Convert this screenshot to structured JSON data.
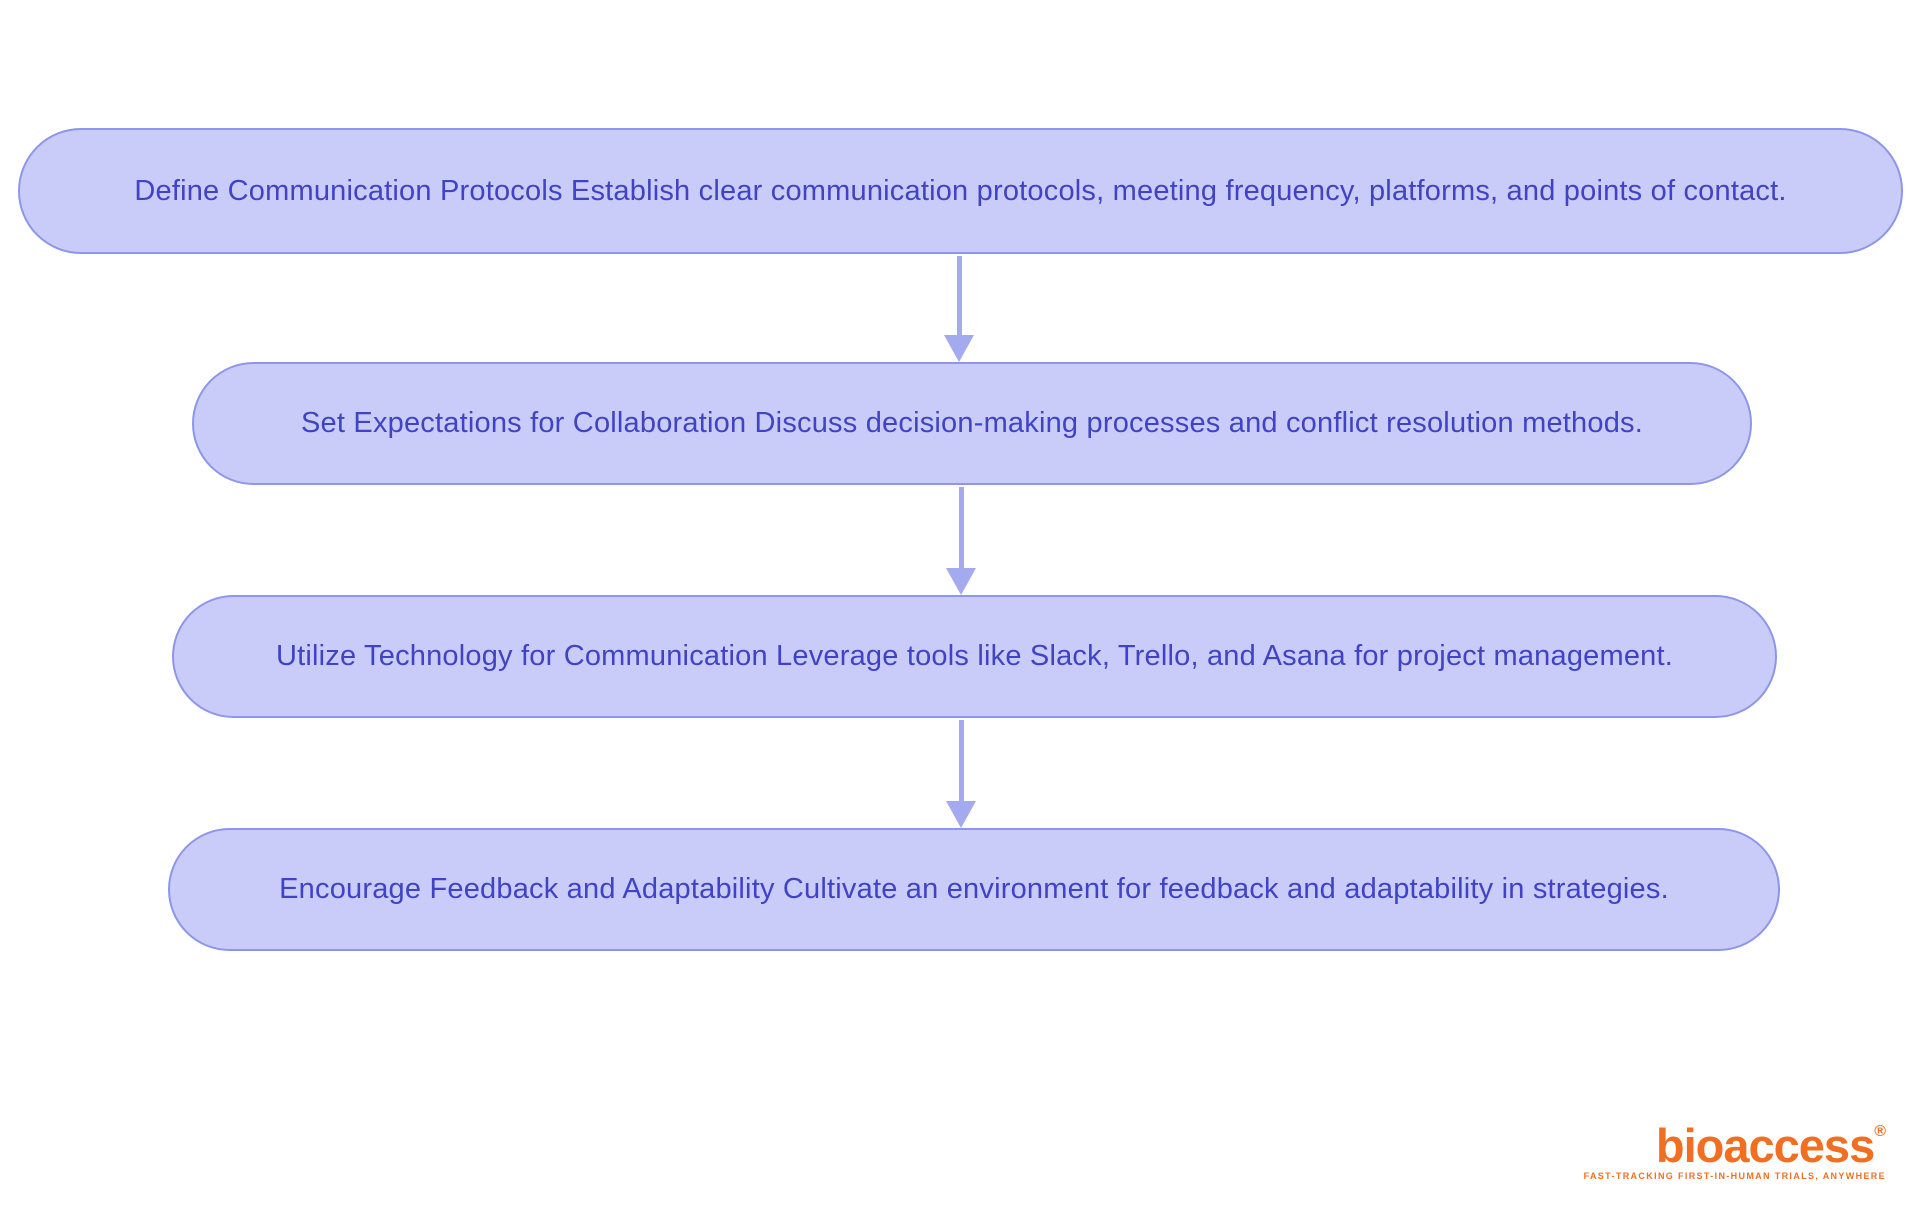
{
  "diagram": {
    "steps": [
      {
        "text": "Define Communication Protocols Establish clear communication protocols, meeting frequency, platforms, and points of contact."
      },
      {
        "text": "Set Expectations for Collaboration Discuss decision-making processes and conflict resolution methods."
      },
      {
        "text": "Utilize Technology for Communication Leverage tools like Slack, Trello, and Asana for project management."
      },
      {
        "text": "Encourage Feedback and Adaptability Cultivate an environment for feedback and adaptability in strategies."
      }
    ]
  },
  "logo": {
    "name": "bioaccess",
    "registered_mark": "®",
    "tagline": "FAST-TRACKING FIRST-IN-HUMAN TRIALS, ANYWHERE"
  },
  "colors": {
    "node_fill": "#c9ccf8",
    "node_border": "#8d96e8",
    "node_text": "#3f43c4",
    "arrow": "#a3aaf0",
    "logo": "#f26f21"
  }
}
